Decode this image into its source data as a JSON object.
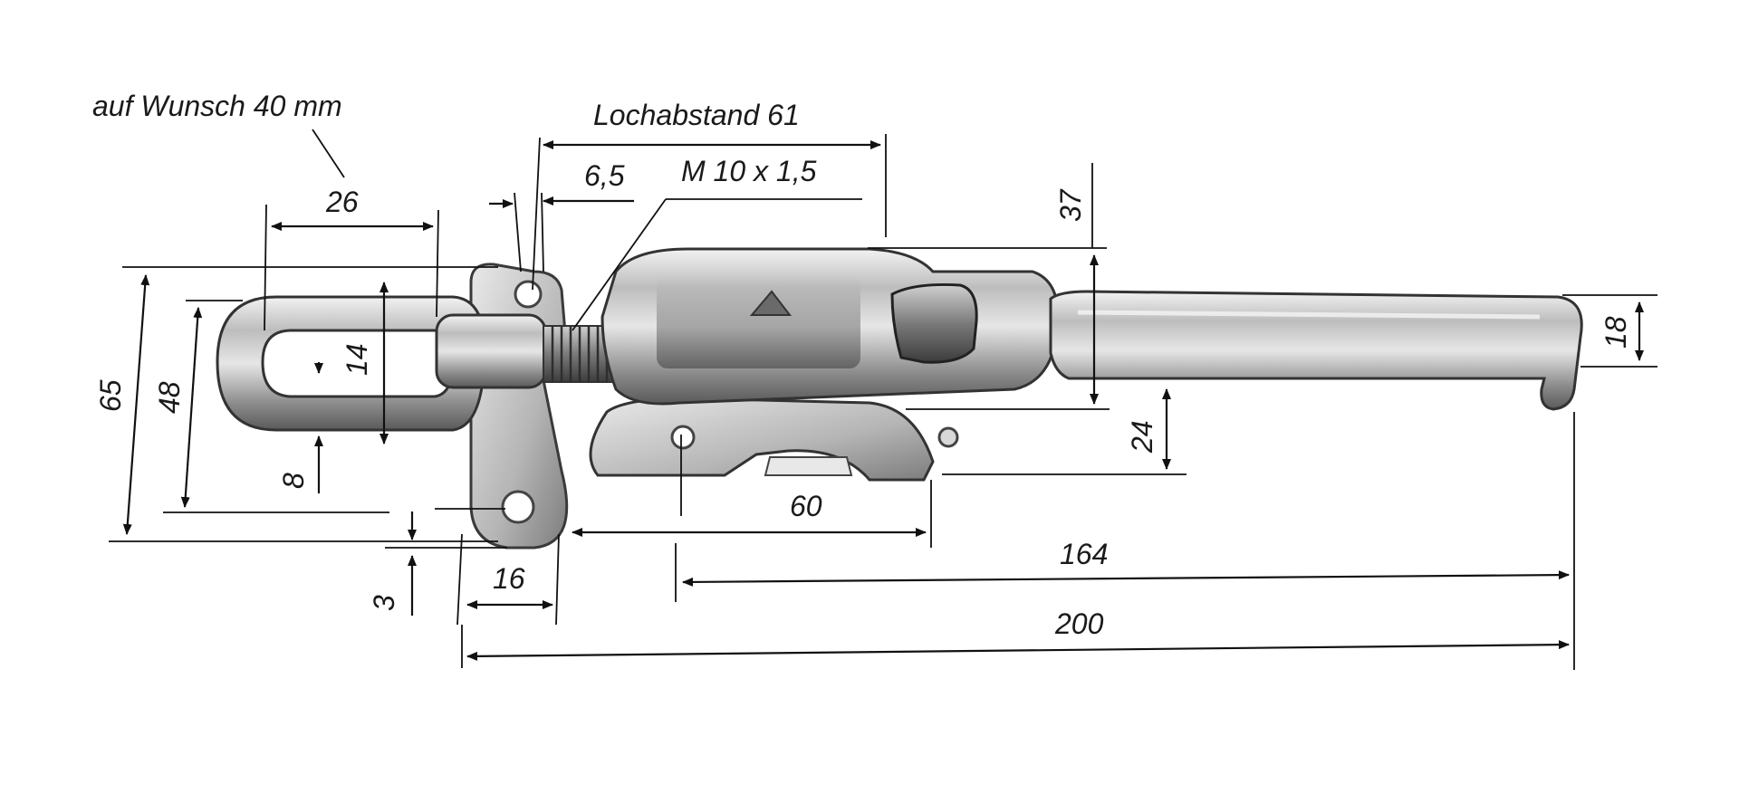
{
  "diagram": {
    "labels": {
      "optional_note": "auf Wunsch 40 mm",
      "hole_spacing": "Lochabstand 61",
      "thread": "M 10 x 1,5",
      "dim_6_5": "6,5",
      "dim_26": "26",
      "dim_65": "65",
      "dim_48": "48",
      "dim_14": "14",
      "dim_8": "8",
      "dim_3": "3",
      "dim_16": "16",
      "dim_60": "60",
      "dim_37": "37",
      "dim_24": "24",
      "dim_18": "18",
      "dim_164": "164",
      "dim_200": "200"
    }
  }
}
